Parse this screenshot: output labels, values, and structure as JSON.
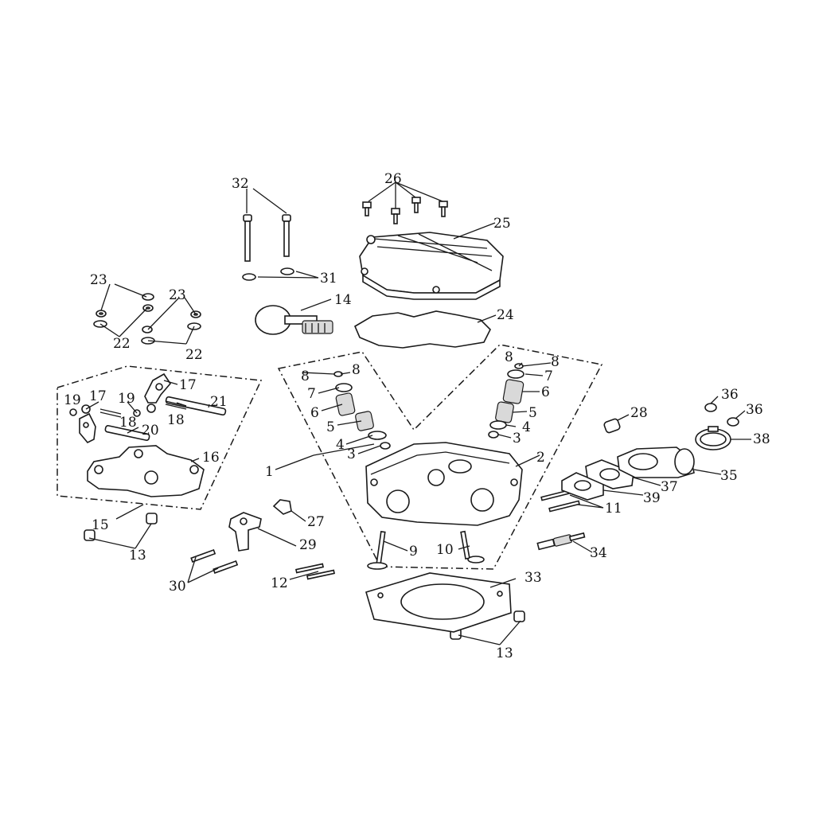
{
  "callouts": [
    {
      "id": "c1",
      "text": "1"
    },
    {
      "id": "c2",
      "text": "2"
    },
    {
      "id": "c3a",
      "text": "3"
    },
    {
      "id": "c3b",
      "text": "3"
    },
    {
      "id": "c4a",
      "text": "4"
    },
    {
      "id": "c4b",
      "text": "4"
    },
    {
      "id": "c5a",
      "text": "5"
    },
    {
      "id": "c5b",
      "text": "5"
    },
    {
      "id": "c6a",
      "text": "6"
    },
    {
      "id": "c6b",
      "text": "6"
    },
    {
      "id": "c7a",
      "text": "7"
    },
    {
      "id": "c7b",
      "text": "7"
    },
    {
      "id": "c8a",
      "text": "8"
    },
    {
      "id": "c8b",
      "text": "8"
    },
    {
      "id": "c8c",
      "text": "8"
    },
    {
      "id": "c8d",
      "text": "8"
    },
    {
      "id": "c9",
      "text": "9"
    },
    {
      "id": "c10",
      "text": "10"
    },
    {
      "id": "c11",
      "text": "11"
    },
    {
      "id": "c12",
      "text": "12"
    },
    {
      "id": "c13a",
      "text": "13"
    },
    {
      "id": "c13b",
      "text": "13"
    },
    {
      "id": "c14",
      "text": "14"
    },
    {
      "id": "c15",
      "text": "15"
    },
    {
      "id": "c16",
      "text": "16"
    },
    {
      "id": "c17a",
      "text": "17"
    },
    {
      "id": "c17b",
      "text": "17"
    },
    {
      "id": "c18a",
      "text": "18"
    },
    {
      "id": "c18b",
      "text": "18"
    },
    {
      "id": "c19a",
      "text": "19"
    },
    {
      "id": "c19b",
      "text": "19"
    },
    {
      "id": "c20",
      "text": "20"
    },
    {
      "id": "c21",
      "text": "21"
    },
    {
      "id": "c22a",
      "text": "22"
    },
    {
      "id": "c22b",
      "text": "22"
    },
    {
      "id": "c23a",
      "text": "23"
    },
    {
      "id": "c23b",
      "text": "23"
    },
    {
      "id": "c24",
      "text": "24"
    },
    {
      "id": "c25",
      "text": "25"
    },
    {
      "id": "c26",
      "text": "26"
    },
    {
      "id": "c27",
      "text": "27"
    },
    {
      "id": "c28",
      "text": "28"
    },
    {
      "id": "c29",
      "text": "29"
    },
    {
      "id": "c30",
      "text": "30"
    },
    {
      "id": "c31",
      "text": "31"
    },
    {
      "id": "c32",
      "text": "32"
    },
    {
      "id": "c33",
      "text": "33"
    },
    {
      "id": "c34",
      "text": "34"
    },
    {
      "id": "c35",
      "text": "35"
    },
    {
      "id": "c36a",
      "text": "36"
    },
    {
      "id": "c36b",
      "text": "36"
    },
    {
      "id": "c37",
      "text": "37"
    },
    {
      "id": "c38",
      "text": "38"
    },
    {
      "id": "c39",
      "text": "39"
    }
  ]
}
